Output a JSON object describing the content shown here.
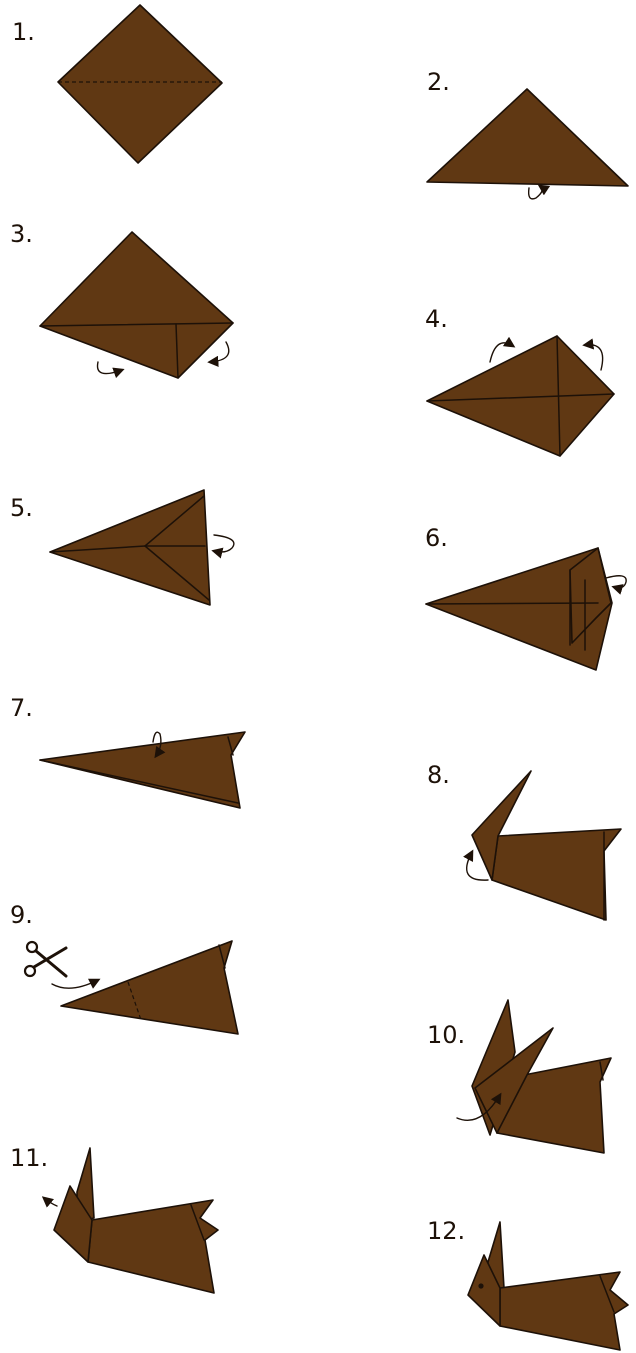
{
  "colors": {
    "paper": "#603813",
    "outline": "#1d1108",
    "background": "#ffffff"
  },
  "steps": [
    {
      "number": "1."
    },
    {
      "number": "2."
    },
    {
      "number": "3."
    },
    {
      "number": "4."
    },
    {
      "number": "5."
    },
    {
      "number": "6."
    },
    {
      "number": "7."
    },
    {
      "number": "8."
    },
    {
      "number": "9."
    },
    {
      "number": "10."
    },
    {
      "number": "11."
    },
    {
      "number": "12."
    }
  ],
  "icons": {
    "scissors": "scissors-icon",
    "arrow": "fold-arrow-icon",
    "eye": "eye-dot"
  }
}
